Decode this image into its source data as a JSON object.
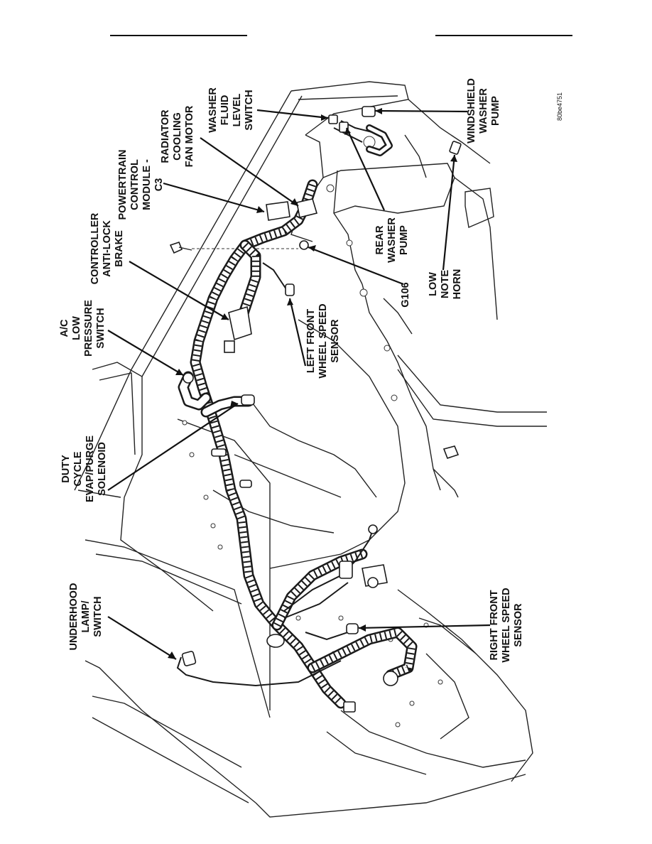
{
  "figure_id": "80be4751",
  "labels": {
    "underhood_lamp": [
      "UNDERHOOD",
      "LAMP/",
      "SWITCH"
    ],
    "duty_cycle": [
      "DUTY",
      "CYCLE",
      "EVAP/PURGE",
      "SOLENOID"
    ],
    "ac_low_pressure": [
      "A/C",
      "LOW",
      "PRESSURE",
      "SWITCH"
    ],
    "controller_abs": [
      "CONTROLLER",
      "ANTI-LOCK",
      "BRAKE"
    ],
    "pcm": [
      "POWERTRAIN",
      "CONTROL",
      "MODULE -",
      "C3"
    ],
    "radiator_fan": [
      "RADIATOR",
      "COOLING",
      "FAN MOTOR"
    ],
    "washer_fluid_level": [
      "WASHER",
      "FLUID",
      "LEVEL",
      "SWITCH"
    ],
    "windshield_washer_pump": [
      "WINDSHIELD",
      "WASHER",
      "PUMP"
    ],
    "left_front_wss": [
      "LEFT FRONT",
      "WHEEL SPEED",
      "SENSOR"
    ],
    "rear_washer_pump": [
      "REAR",
      "WASHER",
      "PUMP"
    ],
    "g106": [
      "G106"
    ],
    "low_note_horn": [
      "LOW",
      "NOTE",
      "HORN"
    ],
    "right_front_wss": [
      "RIGHT FRONT",
      "WHEEL SPEED",
      "SENSOR"
    ]
  }
}
